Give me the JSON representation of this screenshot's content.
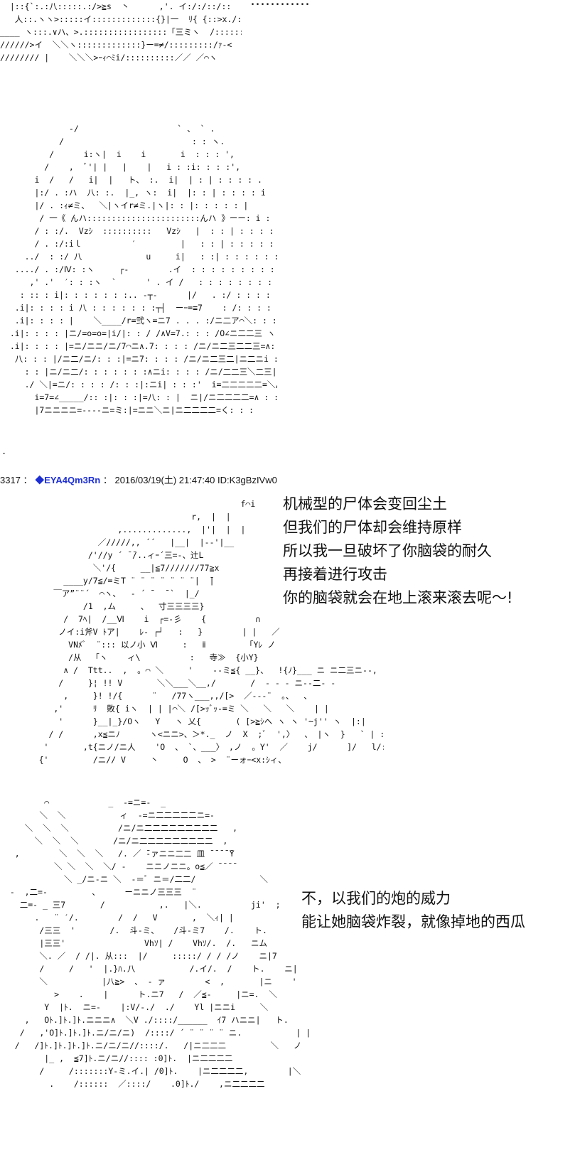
{
  "top_fragment": "…………",
  "post": {
    "number": "3317",
    "separator": "：",
    "diamond": "◆",
    "trip": "EYA4Qm3Rn",
    "colon": "：",
    "datetime": "2016/03/19(土) 21:47:40",
    "id": "ID:K3gBzIVw0"
  },
  "dialogue1": [
    "机械型的尸体会变回尘土",
    "但我们的尸体却会维持原样",
    "所以我一旦破坏了你脑袋的耐久",
    "再接着进行攻击",
    "你的脑袋就会在地上滚来滚去呢～!"
  ],
  "dialogue2": [
    "不，以我们的炮的威力",
    "能让她脑袋炸裂，就像掉地的西瓜"
  ],
  "ascii": {
    "top": "  |::{`:.:八:::::.:/>≧s  丶      ,'. イ:/:/::/::\n   人::.ヽヽ>:::::イ:::::::::::::{}|一  ﾘ{ {::>x./:::/::\n____ ヽ:::.∨ハ、>.:::::::::::::::::「三ミヽ  /:::::::::::∨ノ:ﾉ\n//////>イ  ＼＼ヽ:::::::::::::}ー=≠/:::::::::/ｧ-<\n//////// |    ＼＼＼>ｰｨ⌒ﾐi/::::::::::／／ ／⌒ヽ",
    "girl": "              -/                    ` 、 ` .\n            /                          : : ヽ.\n          /      i:ヽ|  i    i       i  : : : ',\n         /    ,  ﾞ'| |   |    |   i : :i: : : :',\n       i  /   /   i|  |   ト、 :.  i|  | : | : : : : .\n       |:/ . :ハ  八: :.  |_, ヽ:  i|  |: : | : : : : i\n       |/ . :ｨ≠ミ、  ＼|ヽイr≠ミ.|ヽ|: : |: : : : : |\n        / 一《 んハ:::::::::::::::::::::::んハ 》ーー: i : : : : :|\n       / : :/.  Vzｼ  ::::::::::   Vzｼ   |  : : | : : : : :|\n       / . :/:iｌ          ′         |   : : | : : : : : :|\n     ../  : :/ 八             u     i|   : :| : : : : : : .\n   ..../ . :/Ⅳ: :ヽ     ┌‐        .イ  : : : : : : : : : : :.\n      ,' .'  ′: : :ヽ  `      ' . イ /   : : : : : : : : : :.\n    : :: : i|: : : : : : :.. -┬-      |/   . :/ : : : : : : : : : i\n   .i|: : : : i 八 : : : : : : :┬┤  ーｰ=≡7    : /: : : : : : : : : i\n   .i|: : : : |    ＼____/r=弐ヽ=ニ7 . . . :/ニ二ア⌒＼: : : : : :\n  .i|: : : : |ニ/=o=o=|i/|: : / /∧V=7.: : : /O∠ニ二二三 ヽ: : : :\n  .i|: : : : |=ニ/ニニ/ニ/7⌒ニ∧.7: : : : /ニ/ニ二三二二三=∧: : : :\n   八: : : |/ニ二/ニ/: : :|=ニ7: : : : /ニ/ニ二三二|ニ二ニi : : :\n     : : |ニ/ニ二/: : : : : : :∧ニi: : : : /ニ/二二三＼二三|: : : :\n     ./ ＼|=ニ/: : : : /: : :|:ニi| : : :'  i=二二二二二=＼/ : : :\n       i=7=∠_____/:: :|: : :|=八: : |  ニ|/ニ二二二二=∧ : : :\n       |7ニニニニ=---‐ニ=ミ:|=ニニ＼ニ|ニ二二二二=く: : :",
    "robot": "                                              f⌒i\n                                    r,  |  |\n                     ,.............,  |'|  |  |\n                 ／/////,, ´´   |__|  |-‐'|__\n               /'//y ´ ̄ ̄/..ィｰ´三=-、辻L\n                ＼'/{     __|≦7///////77≧x\n          ____y/7≦/=ミT ¨ ¨ ¨ ¨ ¨ ¨ ¨|  ̄|\n        ￣ア”¨¨´  ⌒ヽ、  ‐ ´ ̄   ̄ `  |_/\n              /1  ,ム     、  寸三三三三}\n          /  7ﾍ|  /__Ⅵ    i  ┌=‐彡    {          ∩\n         ノイ:i斧V ﾄア|    ﾚ‐ ┌┘   :   }        | |   ／\n           VNﾒﾞ  ¨::: 以ノ小 Ⅵ     :   ⅱ        「Yﾚ ノ\n           /从  「ヽ    ィ\\          :   寺≫  {小Y}\n          ∧ /  Ttt..  ,  。⌒ ＼     '    ‐-ミ≦{ __}、  !{ﾉ}___ ニ ニ二三ニ--,\n         /     }¦ !! V       ＼＼___＼__,/       /  ‐ ‐ ‐ ニ‐‐二‐ ‐\n          ,     }! !/{      ¨   /77ヽ___,,/[>  ／‐‐‐¨  。、  、\n        ,'      ﾘ  敗{ iヽ  | | |⌒＼ /[>ｯﾞｯ‐=ミ ＼   ＼   ＼    | |\n         '      }__|_}/Oヽ   Y   ヽ 乂{       ( [>≧ｼヘ ヽ ヽ '~j'' ヽ  |:|\n       / /      ,x≦ニﾉ      ヽ<ニニ>、＞*._  ノ  X  ;ﾞ  ',〉  、 |ヽ  }   ` | :|\n      '       ,t{ニノ/ニ人    'O  、 `、___〉 ,ノ  。Y'  ／    j/      ]/   l/:＼   |:|\n     {'         /ニ// V     丶     O  、 >  ¨ーォｰ<x:ｼィ、",
    "mecha": "         ⌒            _  -=ニ=-  _\n        ＼  ＼           ィ  -=ニ二二二二二ニ=-\n     ＼  ＼  ＼          /ニ/ニ二二二二二二二二二   ,\n       ＼  ＼  ＼       /ニ/ニ二二二二二二二二二  ,\n   ,        ＼  ＼  ＼   /. ／ ̄‐ァニニ二二 皿 ̄ ̄ ̄ ̄ ̄Y\n           ＼ ＼  ＼  ＼/ -    ニニノニニ。o≦／ ̄ ̄ ̄ ̄\n             ＼ _/ニ-ニ ＼  ‐＝ﾞ ニ＝/二二/             ＼\n  -  ,二=-         、     ーニニノ三三三  ¨\n    二=- _ 三7       /           ,.   |＼.          ji'  ;\n       .   ¨ ′/.        /  /   V       ,  ＼ｨ| |\n        /三三  '       /.  斗‐ミ、   /斗‐ミ7    /.    ト.\n        |三三'                Vhｿ| /    Vhｿ/.  /.   ニム\n        ＼. ／  / /|. 从:::  |/     :::::/ / / /ノ    ニ|7\n        /     /   '  |.}ﾊ.八           /.イ/.  /    ト.    ニ|\n        ＼           |八≧>  、 - ァ        <  ,       |ニ    '\n           >    .    |      ト.ニ7   /  ／≦-     |ニ=.  ＼\n         Y  |ﾄ.  ニ=-    |:V/-./  ./    Yl |ニニi     ＼\n     ,   Oﾄ.]ﾄ.]ﾄ.ニニニ∧  ＼V ./::::/______  ｲ7 ハニニ|   ト.\n    /   ,'O]ﾄ.]ﾄ.]ﾄ.ニ/ニ/ニ)  /::::/ ´ ¨ ¨ ¨ ¨ ニ.           | |\n   /   /]ﾄ.]ﾄ.]ﾄ.]ﾄ.ニ/ニ/ニ//::::/.   /|ニ二二二         ＼   ノ\n         |_ ,  ≦7]ﾄ.ニ/ニ//:::: :0]ﾄ.  |ニ二二二二\n        /     /:::::::Y‐ミ.イ.| /0]ﾄ.    |ニ二二二二,        |＼\n          .    /::::::  ／::::/    .0]ﾄ./    ,ニ二二二二           |"
  }
}
